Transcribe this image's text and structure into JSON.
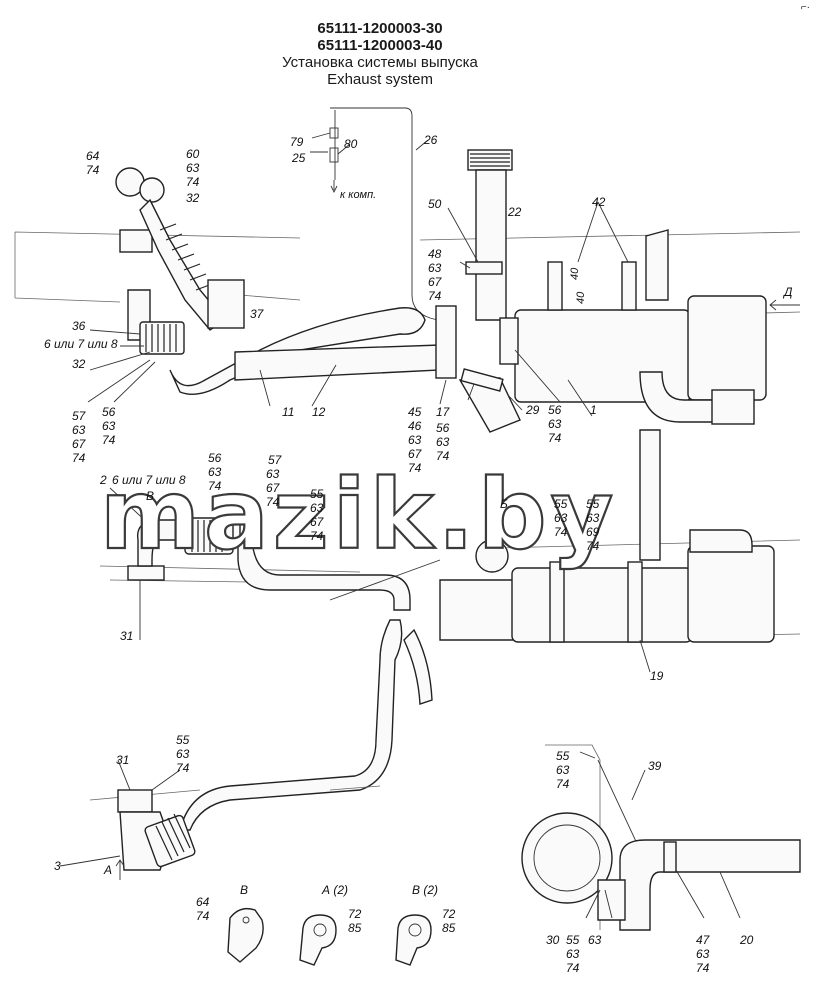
{
  "title": {
    "code1": "65111-1200003-30",
    "code2": "65111-1200003-40",
    "ru": "Установка системы выпуска",
    "en": "Exhaust system"
  },
  "watermark": "mazik.by",
  "views": {
    "A": "А",
    "B": "Б",
    "D": "Д",
    "A2": "А (2)",
    "V": "В",
    "V2": "В (2)"
  },
  "notes": {
    "k_kom": "к комп.",
    "alt_parts_1": "6 или 7 или 8",
    "alt_parts_2": "6 или 7 или 8",
    "dim_40a": "40",
    "dim_40b": "40"
  },
  "callouts": {
    "c79": "79",
    "c25": "25",
    "c80": "80",
    "c26": "26",
    "c64a": "64",
    "c74a": "74",
    "c60": "60",
    "c63a": "63",
    "c74b": "74",
    "c32a": "32",
    "c50": "50",
    "c22": "22",
    "c42": "42",
    "c48": "48",
    "c63b": "63",
    "c67a": "67",
    "c74c": "74",
    "c37": "37",
    "c36": "36",
    "c32b": "32",
    "c57a": "57",
    "c63c": "63",
    "c67b": "67",
    "c74d": "74",
    "c56a": "56",
    "c63d": "63",
    "c74e": "74",
    "c11": "11",
    "c12": "12",
    "c45": "45",
    "c46": "46",
    "c63e": "63",
    "c67c": "67",
    "c74f": "74",
    "c17": "17",
    "c56b": "56",
    "c63f": "63",
    "c74g": "74",
    "c29": "29",
    "c56c": "56",
    "c63g": "63",
    "c74h": "74",
    "c1": "1",
    "c2": "2",
    "c56d": "56",
    "c63h": "63",
    "c74i": "74",
    "c57b": "57",
    "c63i": "63",
    "c67d": "67",
    "c74j": "74",
    "c55a": "55",
    "c63j": "63",
    "c67e": "67",
    "c74k": "74",
    "c55b": "55",
    "c63k": "63",
    "c74l": "74",
    "c55c": "55",
    "c63l": "63",
    "c69": "69",
    "c74m": "74",
    "c31a": "31",
    "c19": "19",
    "c31b": "31",
    "c55d": "55",
    "c63m": "63",
    "c74n": "74",
    "c3": "3",
    "c55e": "55",
    "c63n": "63",
    "c74o": "74",
    "c39": "39",
    "c64b": "64",
    "c74p": "74",
    "c72a": "72",
    "c85a": "85",
    "c72b": "72",
    "c85b": "85",
    "c30": "30",
    "c55f": "55",
    "c63o": "63",
    "c74q": "74",
    "c63p": "63",
    "c47": "47",
    "c63q": "63",
    "c74r": "74",
    "c20": "20"
  }
}
